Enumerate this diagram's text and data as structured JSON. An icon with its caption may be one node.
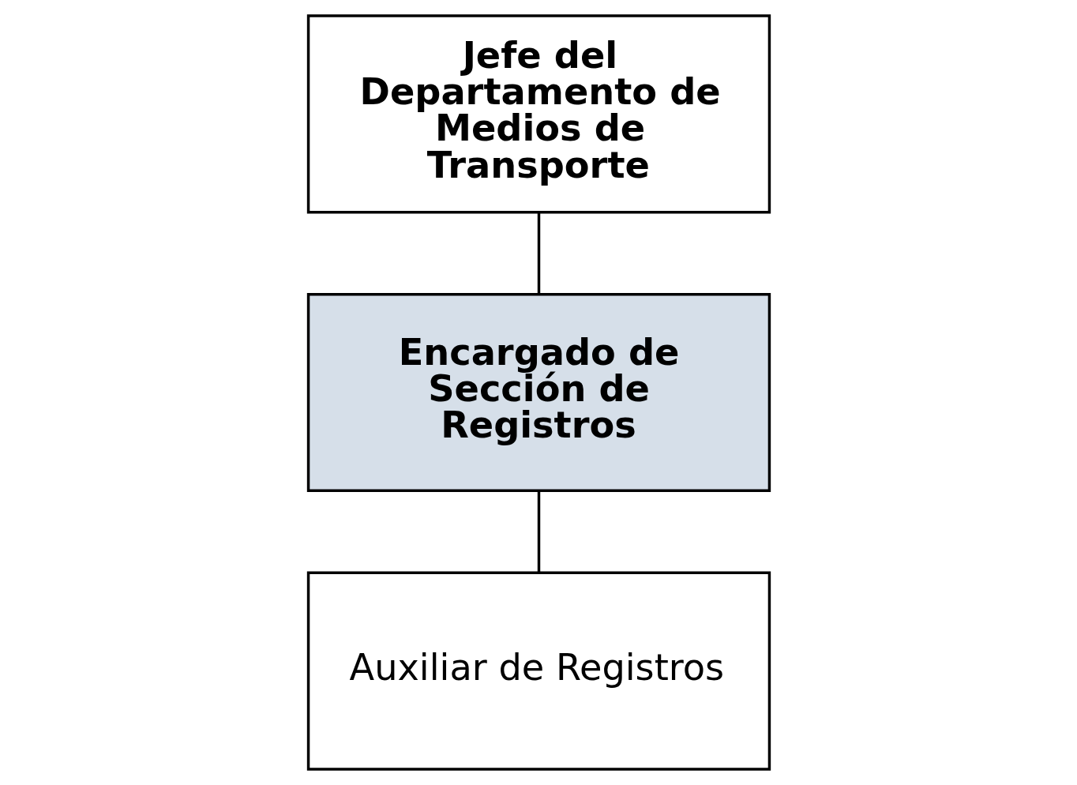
{
  "diagram": {
    "nodes": [
      {
        "text": [
          "Jefe del Departamento de Medios de Transporte"
        ]
      },
      {
        "text": [
          "Encargado de Sección de Registros"
        ]
      },
      {
        "text": [
          "Auxiliar de Registros"
        ]
      }
    ],
    "edges": [
      {
        "from": 0,
        "to": 1,
        "arrow": "none"
      },
      {
        "from": 1,
        "to": 2,
        "arrow": "none"
      }
    ]
  }
}
